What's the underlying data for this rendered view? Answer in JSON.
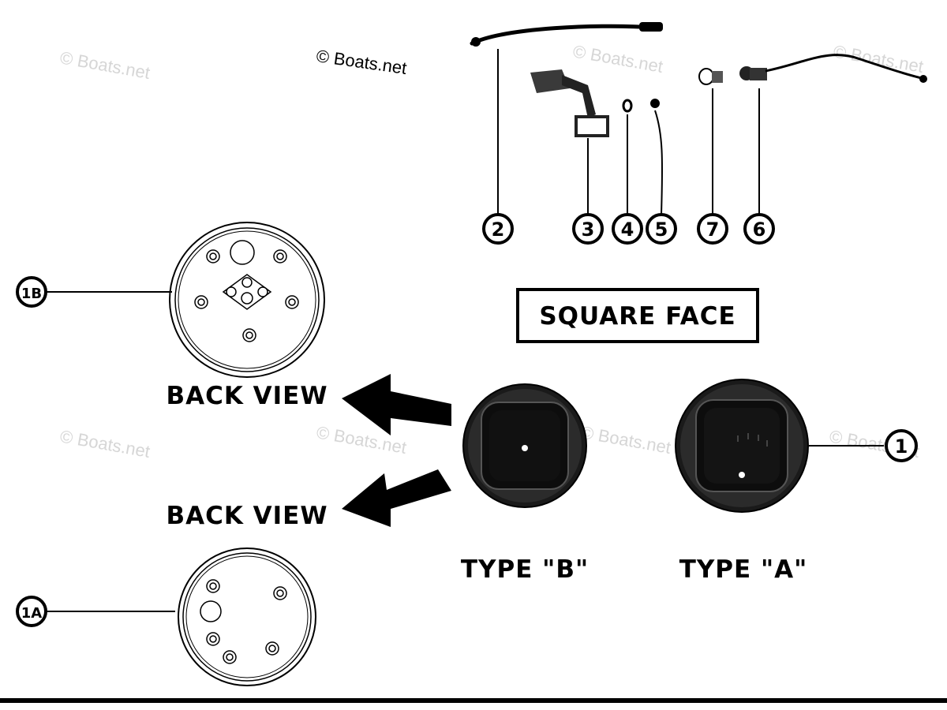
{
  "copyright": "© Boats.net",
  "watermark": "© Boats.net",
  "section_title": "SQUARE FACE",
  "back_view_labels": [
    "BACK VIEW",
    "BACK VIEW"
  ],
  "type_labels": {
    "b": "TYPE \"B\"",
    "a": "TYPE \"A\""
  },
  "callouts": {
    "c2": "2",
    "c3": "3",
    "c4": "4",
    "c5": "5",
    "c7": "7",
    "c6": "6",
    "c1": "1",
    "c1b": "1B",
    "c1a": "1A"
  },
  "colors": {
    "ink": "#000000",
    "watermark": "#d6d6d6",
    "background": "#ffffff"
  }
}
